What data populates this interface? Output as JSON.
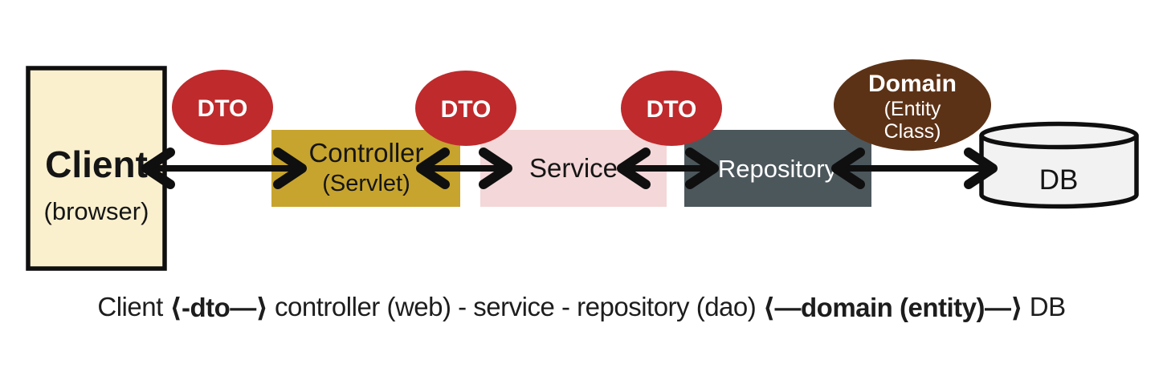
{
  "nodes": {
    "client": {
      "label": "Client",
      "sublabel": "(browser)",
      "fill": "#FAF0CE"
    },
    "controller": {
      "label": "Controller",
      "sublabel": "(Servlet)",
      "fill": "#C7A42E"
    },
    "service": {
      "label": "Service",
      "fill": "#F4D7D8"
    },
    "repository": {
      "label": "Repository",
      "fill": "#4C575C"
    },
    "db": {
      "label": "DB",
      "fill": "#F2F2F2"
    }
  },
  "badges": {
    "dto1": {
      "label": "DTO",
      "fill": "#BF2A2C"
    },
    "dto2": {
      "label": "DTO",
      "fill": "#BF2A2C"
    },
    "dto3": {
      "label": "DTO",
      "fill": "#BF2A2C"
    },
    "domain": {
      "label": "Domain",
      "sublabel1": "(Entity",
      "sublabel2": "Class)",
      "fill": "#5C3216"
    }
  },
  "colors": {
    "ink": "#0f0f0f",
    "dto_red": "#BF2A2C",
    "domain_brown": "#5C3216",
    "controller_gold": "#C7A42E",
    "service_pink": "#F4D7D8",
    "repository_slate": "#4C575C",
    "client_cream": "#FAF0CE"
  },
  "caption": {
    "segments": [
      {
        "text": "Client ",
        "bold": false
      },
      {
        "text": "⟨-dto—⟩",
        "bold": true
      },
      {
        "text": " controller (web) - service - repository (dao) ",
        "bold": false
      },
      {
        "text": "⟨—domain (entity)—⟩",
        "bold": true
      },
      {
        "text": " DB",
        "bold": false
      }
    ]
  }
}
